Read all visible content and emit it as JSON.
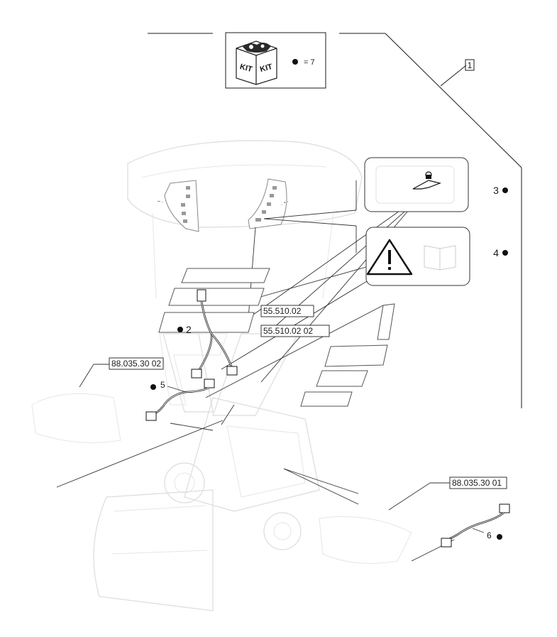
{
  "kit": {
    "label_left": "KIT",
    "label_right": "KIT",
    "quantity": "= 7"
  },
  "assembly_ref": "1",
  "items": {
    "item_2": "2",
    "item_3": "3",
    "item_4": "4",
    "item_5": "5",
    "item_6": "6"
  },
  "refs": {
    "ref_a": "55.510.02",
    "ref_b": "55.510.02 02",
    "ref_c": "88.035.30 02",
    "ref_d": "88.035.30 01"
  }
}
